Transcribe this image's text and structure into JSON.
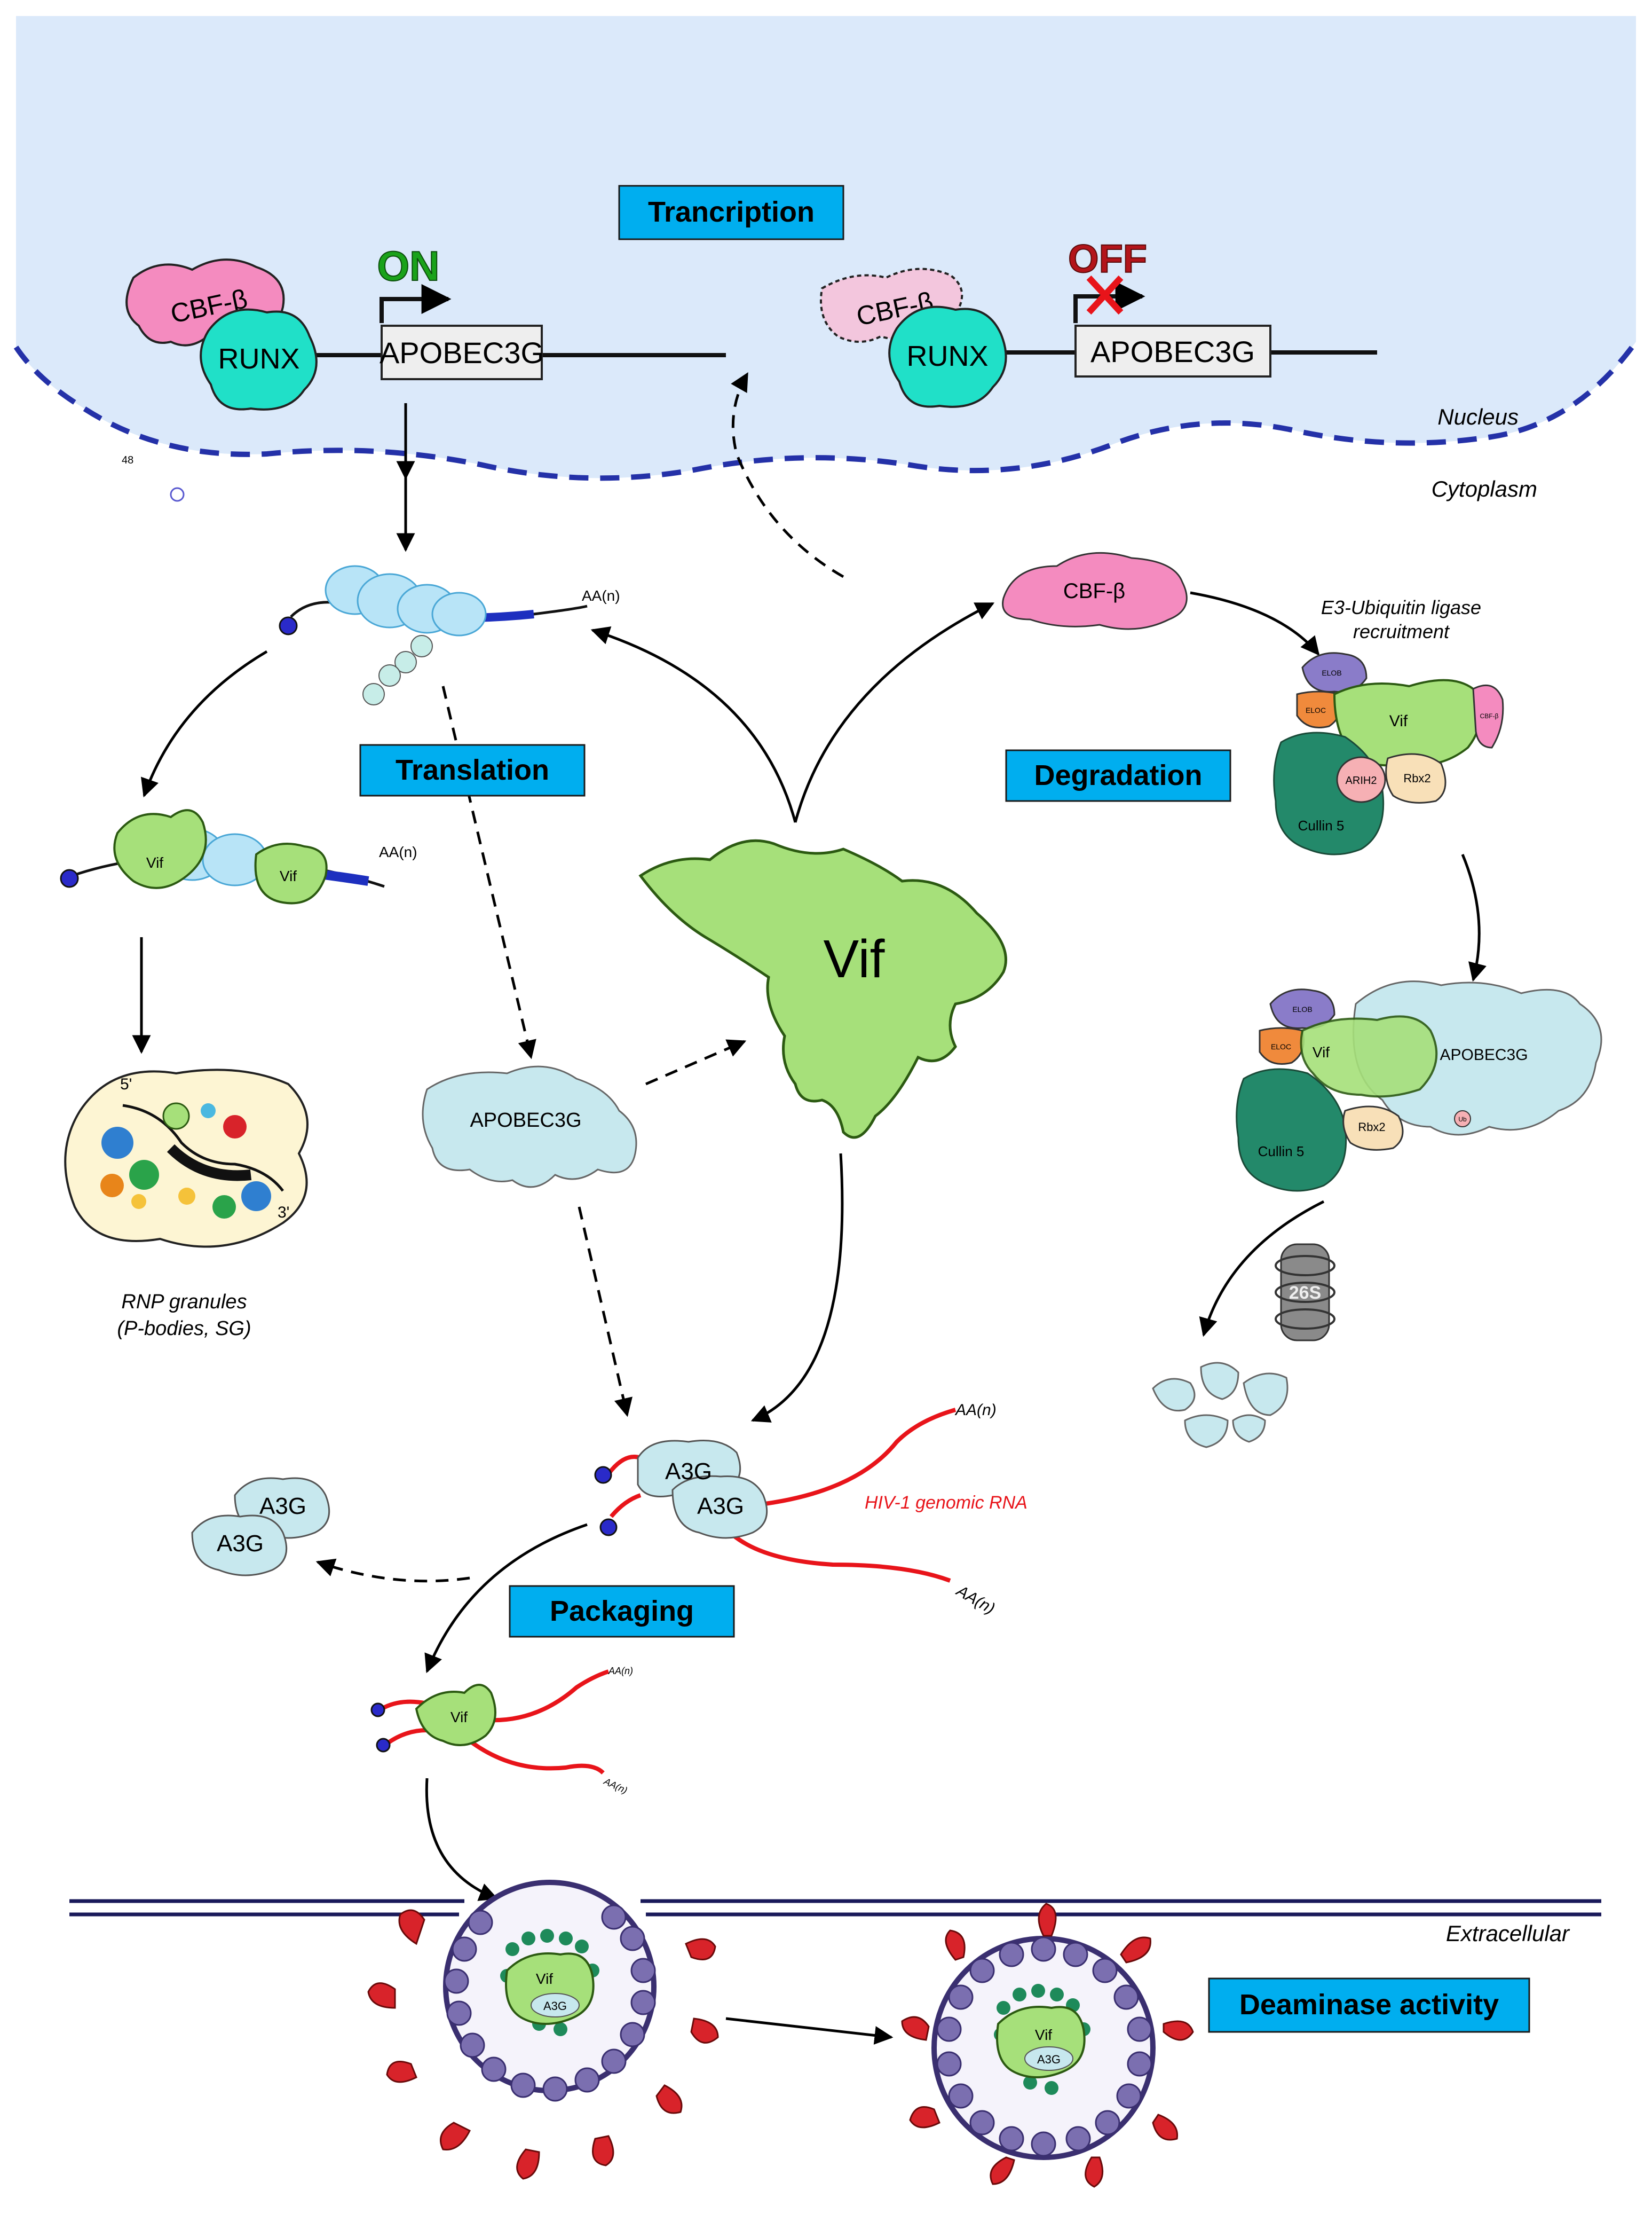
{
  "sections": {
    "transcription": "Trancription",
    "translation": "Translation",
    "degradation": "Degradation",
    "packaging": "Packaging",
    "deaminase": "Deaminase activity"
  },
  "compartments": {
    "nucleus": "Nucleus",
    "cytoplasm": "Cytoplasm",
    "extracellular": "Extracellular"
  },
  "transcription": {
    "on": "ON",
    "off": "OFF",
    "gene": "APOBEC3G",
    "runx": "RUNX",
    "cbfb": "CBF-β",
    "stray_number": "48"
  },
  "translation": {
    "polya": "AA(n)",
    "vif": "Vif",
    "rnp_title": "RNP granules",
    "rnp_sub": "(P-bodies, SG)",
    "rnp_5": "5'",
    "rnp_3": "3'"
  },
  "center": {
    "vif": "Vif",
    "apobec3g": "APOBEC3G"
  },
  "degradation": {
    "cbfb": "CBF-β",
    "e3_line1": "E3-Ubiquitin ligase",
    "e3_line2": "recruitment",
    "elob": "ELOB",
    "eloc": "ELOC",
    "vif": "Vif",
    "cbfb_small": "CBF-β",
    "arih2": "ARIH2",
    "rbx2": "Rbx2",
    "cullin5": "Cullin 5",
    "apobec3g": "APOBEC3G",
    "ub": "Ub",
    "proteasome": "26S"
  },
  "packaging": {
    "a3g": "A3G",
    "polya": "AA(n)",
    "hiv_rna": "HIV-1 genomic RNA",
    "vif": "Vif"
  },
  "virion": {
    "vif": "Vif",
    "a3g": "A3G"
  },
  "colors": {
    "nucleus_bg": "#dbe9fa",
    "membrane_dash": "#2431a8",
    "label_box": "#00aeef",
    "vif_green": "#a6e07a",
    "a3g_blue": "#c7e8ee",
    "cbfb_pink": "#f48bbf",
    "runx_teal": "#20e0c8",
    "rna_red": "#e8141a",
    "mrna_blue": "#1d2fbf",
    "on_green": "#1aa21a",
    "off_red": "#b3141a",
    "cullin_green": "#23896a",
    "virion_purple": "#7b6fb0",
    "spike_red": "#d8232a"
  }
}
